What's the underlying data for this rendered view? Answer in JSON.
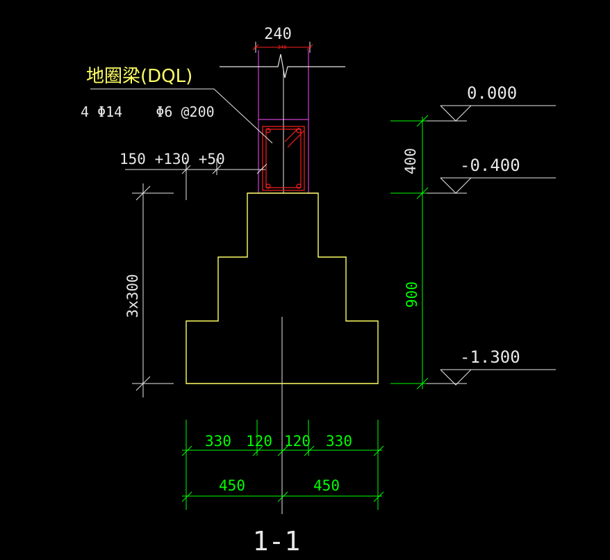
{
  "colors": {
    "background": "#000000",
    "outline": "#ffff66",
    "wall": "#d040d0",
    "rebar": "#ff2020",
    "dimension": "#00ff00",
    "annotation": "#e8e8e8",
    "label_yellow": "#ffff66"
  },
  "beam": {
    "name": "地圈梁(DQL)",
    "rebar_spec": "4 Φ14    Φ6 @200",
    "offset_dims": "150 +130 +50"
  },
  "wall": {
    "width_label": "240",
    "width_small_label": "240"
  },
  "elevations": [
    {
      "label": "0.000"
    },
    {
      "label": "-0.400"
    },
    {
      "label": "-1.300"
    }
  ],
  "vertical_dims": {
    "upper": "400",
    "lower": "900",
    "steps": "3x300"
  },
  "bottom_dims": {
    "row1": [
      "330",
      "120",
      "120",
      "330"
    ],
    "row2": [
      "450",
      "450"
    ]
  },
  "section_title": "1-1"
}
